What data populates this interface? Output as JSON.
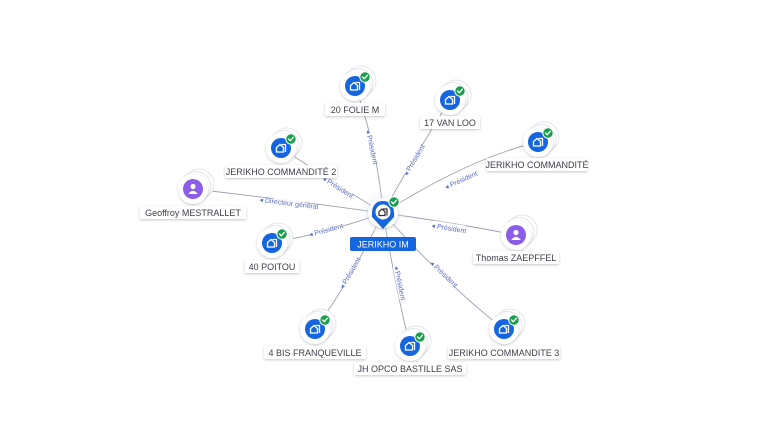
{
  "center": {
    "label": "JERIKHO IM",
    "icon": "company-icon",
    "color": "#1565e0"
  },
  "colors": {
    "company": "#1565e0",
    "person": "#8c5de6",
    "check": "#1b9e4b",
    "edge": "#9aa3b3",
    "edge_label": "#5a6ec8"
  },
  "nodes": [
    {
      "id": "folie",
      "label": "20 FOLIE M",
      "type": "company",
      "verified": true,
      "relation": "Président"
    },
    {
      "id": "vanloo",
      "label": "17 VAN LOO",
      "type": "company",
      "verified": true,
      "relation": "Président"
    },
    {
      "id": "jcomm2",
      "label": "JERIKHO COMMANDITÉ 2",
      "type": "company",
      "verified": true,
      "relation": "Président"
    },
    {
      "id": "jcomm",
      "label": "JERIKHO COMMANDITÉ",
      "type": "company",
      "verified": true,
      "relation": "Président"
    },
    {
      "id": "geoffroy",
      "label": "Geoffroy MESTRALLET",
      "type": "person",
      "verified": false,
      "relation": "Directeur général"
    },
    {
      "id": "thomas",
      "label": "Thomas ZAEPFFEL",
      "type": "person",
      "verified": false,
      "relation": "Président"
    },
    {
      "id": "poitou",
      "label": "40 POITOU",
      "type": "company",
      "verified": true,
      "relation": "Président"
    },
    {
      "id": "franqueville",
      "label": "4 BIS FRANQUEVILLE",
      "type": "company",
      "verified": true,
      "relation": "Président"
    },
    {
      "id": "bastille",
      "label": "JH OPCO BASTILLE SAS",
      "type": "company",
      "verified": true,
      "relation": "Président"
    },
    {
      "id": "jcomm3",
      "label": "JERIKHO COMMANDITE 3",
      "type": "company",
      "verified": true,
      "relation": "Président"
    }
  ]
}
